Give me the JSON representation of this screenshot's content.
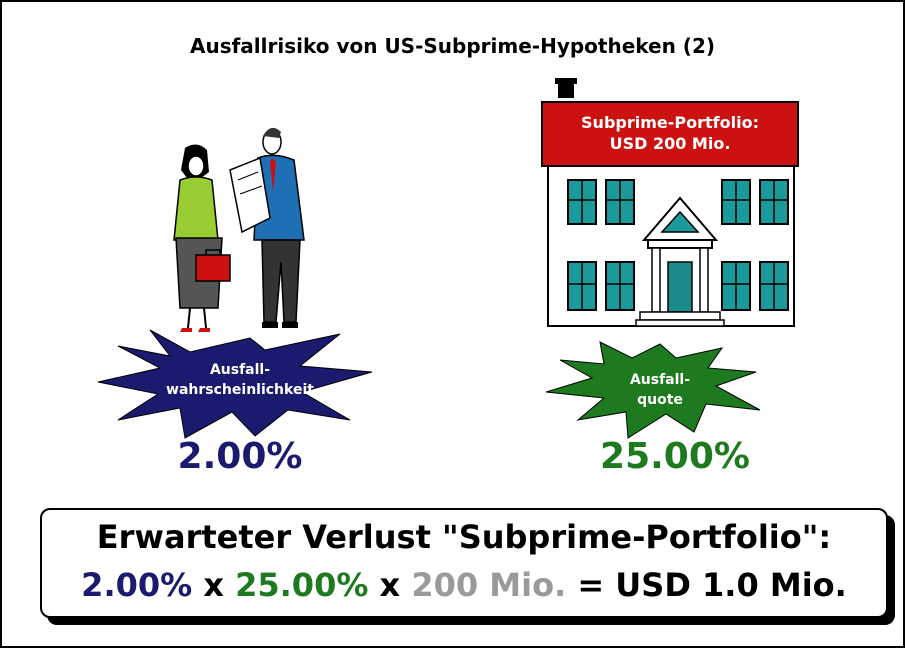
{
  "title": "Ausfallrisiko von US-Subprime-Hypotheken (2)",
  "house": {
    "roof_line1": "Subprime-Portfolio:",
    "roof_line2": "USD 200 Mio."
  },
  "probability": {
    "label_line1": "Ausfall-",
    "label_line2": "wahrscheinlichkeit",
    "value": "2.00%",
    "color": "#1a1a6e"
  },
  "loss_rate": {
    "label_line1": "Ausfall-",
    "label_line2": "quote",
    "value": "25.00%",
    "color": "#1e7a1e"
  },
  "result": {
    "heading": "Erwarteter Verlust \"Subprime-Portfolio\":",
    "p": "2.00%",
    "x1": " x ",
    "q": "25.00%",
    "x2": " x ",
    "amount": "200 Mio.",
    "eq": " = USD 1.0 Mio."
  },
  "colors": {
    "navy": "#1a1a6e",
    "green": "#1e7a1e",
    "grey": "#9a9a9a",
    "roof_red": "#cc1111",
    "window_teal": "#1a9a9a"
  }
}
